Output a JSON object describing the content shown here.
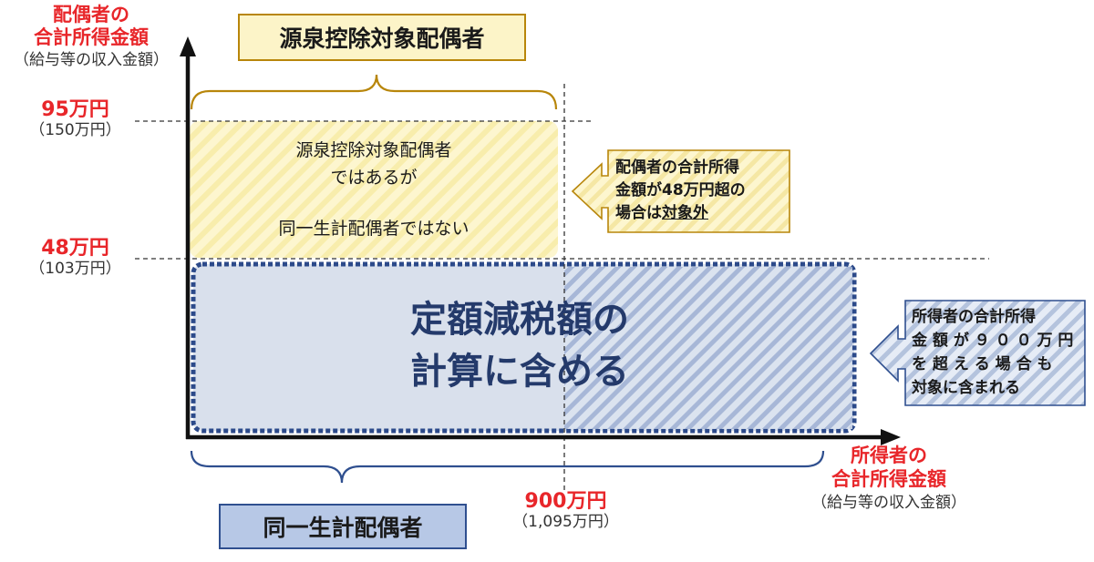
{
  "y_axis": {
    "label_line1": "配偶者の",
    "label_line2": "合計所得金額",
    "label_sub": "（給与等の収入金額）"
  },
  "x_axis": {
    "label_line1": "所得者の",
    "label_line2": "合計所得金額",
    "label_sub": "（給与等の収入金額）"
  },
  "thresholds": {
    "y95": {
      "main": "95万円",
      "sub": "（150万円）"
    },
    "y48": {
      "main": "48万円",
      "sub": "（103万円）"
    },
    "x900": {
      "main": "900万円",
      "sub": "（1,095万円）"
    }
  },
  "boxes": {
    "gensen": "源泉控除対象配偶者",
    "douitsu": "同一生計配偶者"
  },
  "regions": {
    "yellow": {
      "line1": "源泉控除対象配偶者",
      "line2": "ではあるが",
      "line3": "同一生計配偶者ではない"
    },
    "blue": {
      "line1": "定額減税額の",
      "line2": "計算に含める"
    }
  },
  "callouts": {
    "spouse": {
      "line1": "配偶者の合計所得",
      "line2": "金額が48万円超の",
      "line3_prefix": "場合は",
      "line3_under": "対象外"
    },
    "income": {
      "line1": "所得者の合計所得",
      "line2": "金 額 が ９ ０ ０ 万 円",
      "line3": "を 超 え る 場 合 も",
      "line4": "対象に含まれる"
    }
  },
  "colors": {
    "label_red": "#e8262a",
    "yellow_fill": "#fcf4c8",
    "yellow_border": "#b8860b",
    "blue_fill": "#d7dfec",
    "blue_border": "#2f4f8f",
    "blue_text": "#243a6b",
    "douitsu_fill": "#b7c8e6"
  }
}
